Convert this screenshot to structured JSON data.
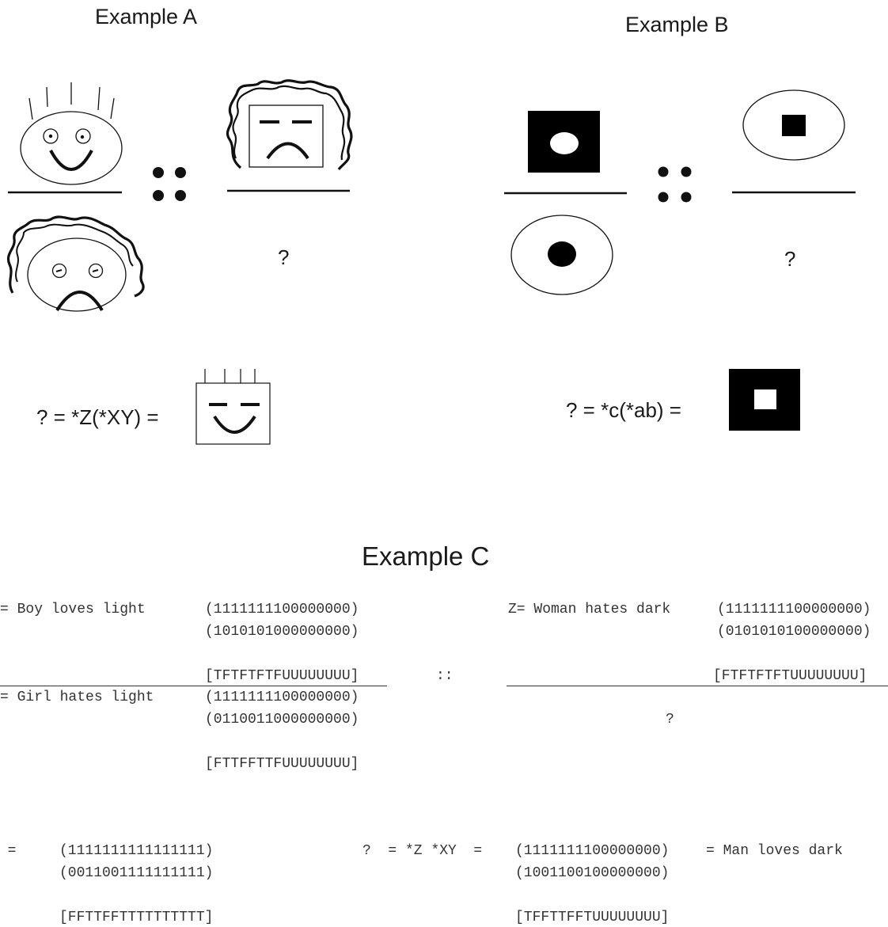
{
  "example_a": {
    "title": "Example A",
    "question": "?",
    "equation": "? = *Z(*XY) ="
  },
  "example_b": {
    "title": "Example B",
    "question": "?",
    "equation": "? = *c(*ab) ="
  },
  "example_c": {
    "title": "Example C",
    "top_left": {
      "label_1": "= Boy loves light",
      "bits_1a": "(1111111100000000)",
      "bits_1b": "(1010101000000000)",
      "truth_1": "[TFTFTFTFUUUUUUUU]",
      "label_2": "= Girl hates light",
      "bits_2a": "(1111111100000000)",
      "bits_2b": "(0110011000000000)",
      "truth_2": "[FTTFFTTFUUUUUUUU]"
    },
    "separator": "::",
    "top_right": {
      "label": "Z= Woman hates dark",
      "bits_a": "(1111111100000000)",
      "bits_b": "(0101010100000000)",
      "truth": "[FTFTFTFTUUUUUUUU]",
      "question": "?"
    },
    "bottom_left": {
      "label": "Y =",
      "bits_a": "(1111111111111111)",
      "bits_b": "(0011001111111111)",
      "truth": "[FFTTFFTTTTTTTTTT]"
    },
    "bottom_right": {
      "label": "?  = *Z *XY  =",
      "bits_a": "(1111111100000000)",
      "suffix": "= Man loves dark",
      "bits_b": "(1001100100000000)",
      "truth": "[TFFTTFFTUUUUUUUU]"
    }
  }
}
